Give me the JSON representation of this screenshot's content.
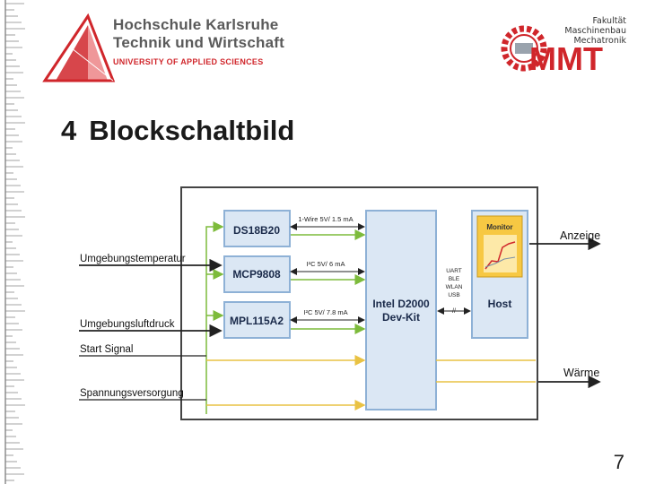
{
  "header": {
    "university_line1": "Hochschule Karlsruhe",
    "university_line2": "Technik und Wirtschaft",
    "university_line3": "UNIVERSITY OF APPLIED SCIENCES",
    "faculty_lines": [
      "Fakultät",
      "Maschinenbau",
      "Mechatronik"
    ],
    "faculty_logo_text": "MMT"
  },
  "slide": {
    "number": "4",
    "title": "Blockschaltbild",
    "page": "7"
  },
  "diagram": {
    "sensors": {
      "ds18b20": "DS18B20",
      "mcp9808": "MCP9808",
      "mpl115a2": "MPL115A2"
    },
    "buses": {
      "ds18b20": "1-Wire 5V/ 1.5 mA",
      "mcp9808": "I²C 5V/ 6 mA",
      "mpl115a2": "I²C 5V/ 7.8 mA"
    },
    "board": {
      "line1": "Intel D2000",
      "line2": "Dev-Kit"
    },
    "interfaces": [
      "UART",
      "BLE",
      "WLAN",
      "USB"
    ],
    "interface_mark": "//",
    "host": {
      "label": "Host",
      "monitor": "Monitor"
    },
    "inputs": {
      "temperature": "Umgebungstemperatur",
      "pressure": "Umgebungsluftdruck",
      "start": "Start Signal",
      "supply": "Spannungsversorgung"
    },
    "outputs": {
      "display": "Anzeige",
      "heat": "Wärme"
    }
  },
  "colors": {
    "accent_red": "#d0262b",
    "block_fill": "#dbe7f4",
    "block_border": "#8eb1d6",
    "wire_green": "#7dbb3b",
    "wire_yellow": "#e9c243",
    "monitor_fill": "#f7c843"
  }
}
